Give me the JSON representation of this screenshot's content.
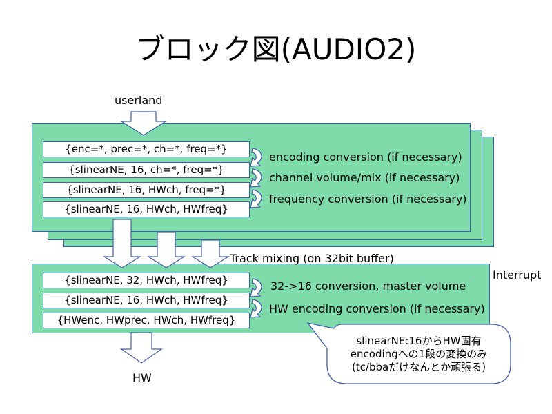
{
  "title": "ブロック図(AUDIO2)",
  "labels": {
    "userland": "userland",
    "hw": "HW",
    "track_mixing": "Track mixing (on 32bit buffer)",
    "interrupt": "Interrupt"
  },
  "track_stage": {
    "formats": [
      "{enc=*, prec=*, ch=*, freq=*}",
      "{slinearNE, 16, ch=*, freq=*}",
      "{slinearNE, 16, HWch, freq=*}",
      "{slinearNE, 16, HWch, HWfreq}"
    ],
    "conversions": [
      "encoding conversion (if necessary)",
      "channel volume/mix (if necessary)",
      "frequency conversion (if necessary)"
    ]
  },
  "mixer_stage": {
    "formats": [
      "{slinearNE, 32, HWch, HWfreq}",
      "{slinearNE, 16, HWch, HWfreq}",
      "{HWenc, HWprec, HWch, HWfreq}"
    ],
    "conversions": [
      "32->16 conversion, master volume",
      "HW encoding conversion (if necessary)"
    ]
  },
  "callout": {
    "lines": [
      "slinearNE:16からHW固有",
      "encodingへの1段の変換のみ",
      "(tc/bbaだけなんとか頑張る)"
    ]
  },
  "colors": {
    "panel_fill": "#7fdcaa",
    "panel_border": "#3f5fb0",
    "format_box_fill": "#ffffff"
  }
}
